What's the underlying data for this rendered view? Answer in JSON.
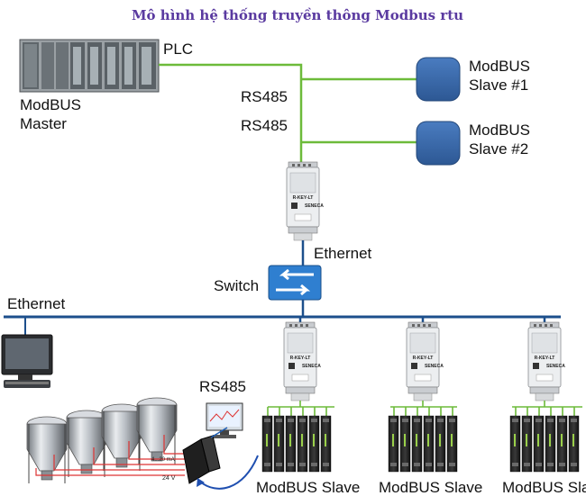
{
  "title": "Mô hình hệ thống truyền thông Modbus rtu",
  "labels": {
    "plc": "PLC",
    "master_line1": "ModBUS",
    "master_line2": "Master",
    "rs485_a": "RS485",
    "rs485_b": "RS485",
    "slave1_line1": "ModBUS",
    "slave1_line2": "Slave #1",
    "slave2_line1": "ModBUS",
    "slave2_line2": "Slave #2",
    "ethernet_top": "Ethernet",
    "switch": "Switch",
    "ethernet_bus": "Ethernet",
    "rs485_field": "RS485",
    "slave_bottom_1": "ModBUS Slave",
    "slave_bottom_2": "ModBUS Slave",
    "slave_bottom_3": "ModBUS Slave",
    "gateway_text": "R-KEY-LT",
    "brand_text": "SENECA",
    "voltage": "24 V",
    "current": "4...20 mA"
  },
  "colors": {
    "green_link": "#6dbb3a",
    "ethernet_bus": "#1c4f8c",
    "slave_node": "#3a68a8",
    "switch": "#2f7fd0",
    "wires": "#d33"
  },
  "icons": [
    "plc-rack-icon",
    "gateway-icon",
    "switch-icon",
    "computer-icon",
    "tank-icon",
    "module-icon"
  ]
}
